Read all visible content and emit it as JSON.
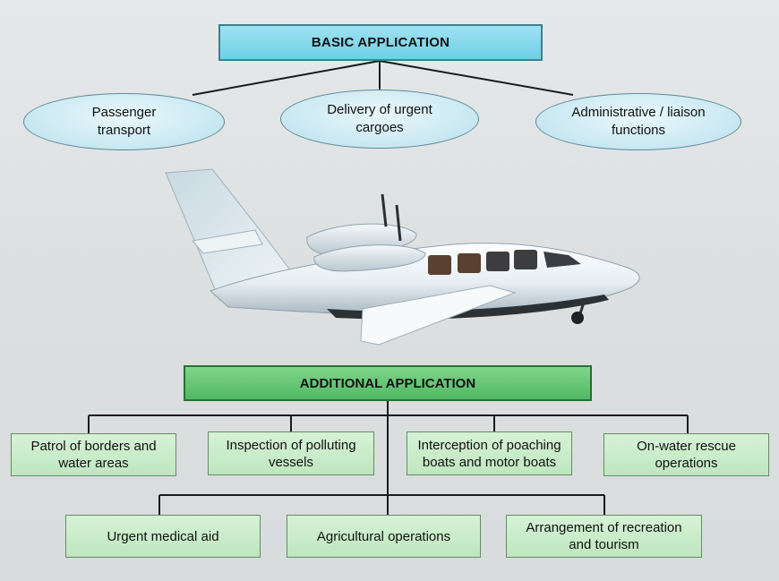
{
  "basic": {
    "title": "BASIC APPLICATION",
    "items": [
      "Passenger\ntransport",
      "Delivery of urgent\ncargoes",
      "Administrative / liaison\nfunctions"
    ]
  },
  "additional": {
    "title": "ADDITIONAL APPLICATION",
    "row1": [
      "Patrol of borders and\nwater areas",
      "Inspection of polluting\nvessels",
      "Interception of poaching\nboats and motor boats",
      "On-water rescue\noperations"
    ],
    "row2": [
      "Urgent medical aid",
      "Agricultural operations",
      "Arrangement of recreation\nand tourism"
    ]
  },
  "colors": {
    "basic_header": "#6fcfe6",
    "additional_header": "#52b863",
    "oval_fill": "#cdeaf3",
    "leaf_fill": "#c8eac8",
    "line": "#1a1a1a"
  },
  "icons": {
    "center_image": "amphibious-aircraft-icon"
  }
}
